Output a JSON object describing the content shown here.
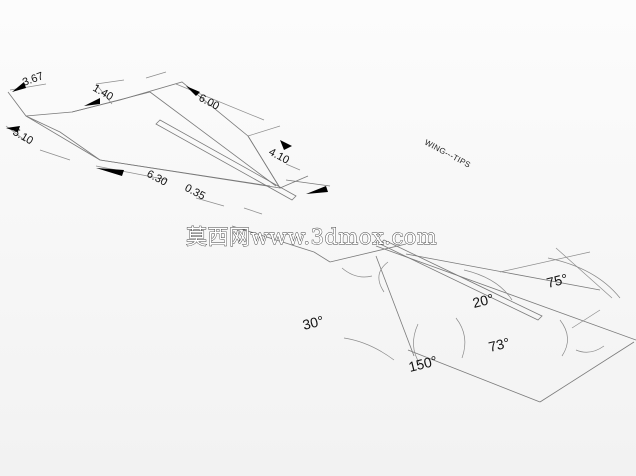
{
  "drawing": {
    "label": "WING---TIPS",
    "watermark": "莫西网www.3dmox.com",
    "dimensions": [
      "3.67",
      "1.40",
      "6.00",
      "5.10",
      "4.10",
      "6.30",
      "0.35"
    ],
    "angles": [
      "75°",
      "20°",
      "30°",
      "73°",
      "150°"
    ]
  }
}
